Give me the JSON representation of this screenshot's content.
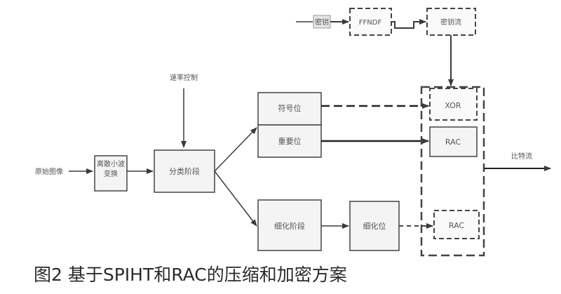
{
  "nodes": {
    "key": "密钥",
    "ffndf": "FFNDF",
    "keystream": "密钥流",
    "rate_control": "速率控制",
    "source_image": "原始图像",
    "dwt": "离散小波变换",
    "sorting_pass": "分类阶段",
    "sign_bit": "符号位",
    "significant_bit": "重要位",
    "xor": "XOR",
    "rac_top": "RAC",
    "refinement_pass": "细化阶段",
    "refinement_bit": "细化位",
    "rac_bottom": "RAC",
    "bitstream": "比特流"
  },
  "caption": "图2 基于SPIHT和RAC的压缩和加密方案",
  "colors": {
    "stroke": "#555555",
    "box_fill": "#f4f4f4",
    "arrow": "#3a3a3a",
    "caption": "#2b2b2b"
  }
}
